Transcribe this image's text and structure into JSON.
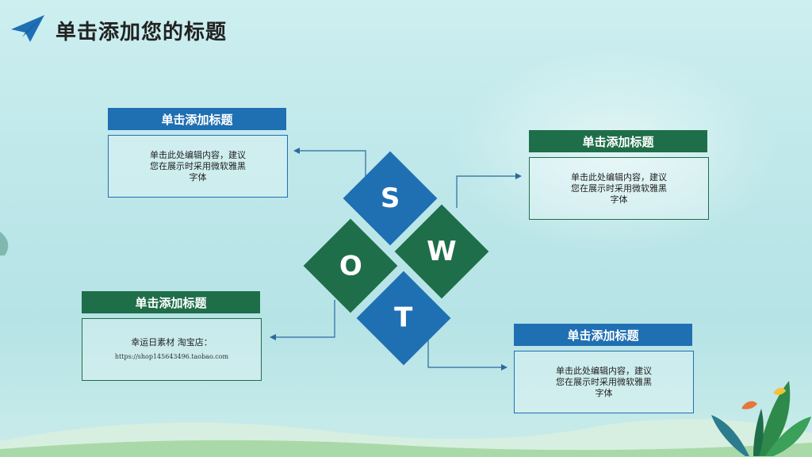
{
  "title": "单击添加您的标题",
  "swot": {
    "s": "S",
    "w": "W",
    "o": "O",
    "t": "T"
  },
  "cards": {
    "top_left": {
      "header": "单击添加标题",
      "lines": [
        "单击此处编辑内容，建议",
        "您在展示时采用微软雅黑",
        "字体"
      ]
    },
    "top_right": {
      "header": "单击添加标题",
      "lines": [
        "单击此处编辑内容，建议",
        "您在展示时采用微软雅黑",
        "字体"
      ]
    },
    "bottom_left": {
      "header": "单击添加标题",
      "lines": [
        "幸运日素材 淘宝店："
      ],
      "url": "https://shop145643496.taobao.com"
    },
    "bottom_right": {
      "header": "单击添加标题",
      "lines": [
        "单击此处编辑内容，建议",
        "您在展示时采用微软雅黑",
        "字体"
      ]
    }
  },
  "colors": {
    "blue": "#1f6fb3",
    "green": "#1f6e4a"
  },
  "icons": {
    "title": "paper-plane-icon"
  }
}
